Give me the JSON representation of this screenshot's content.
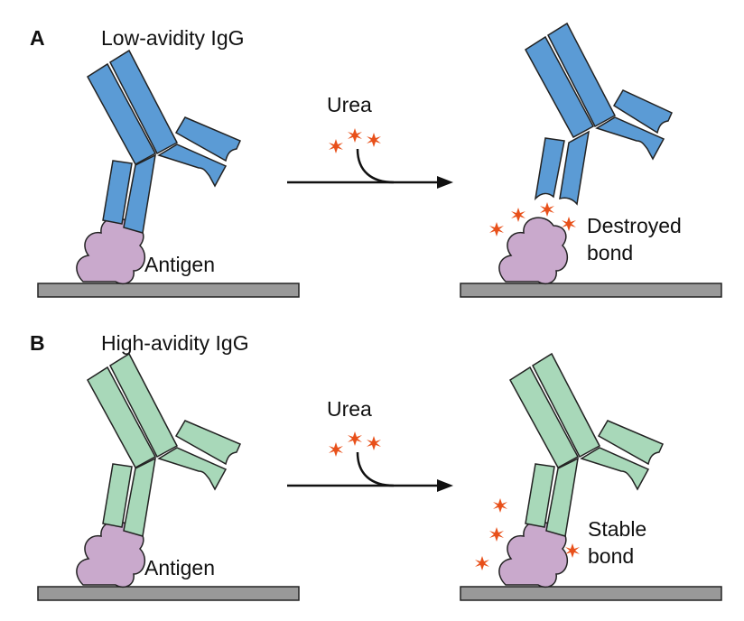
{
  "panels": [
    {
      "letter": "A",
      "title": "Low-avidity IgG",
      "reagent": "Urea",
      "antigen_label": "Antigen",
      "result_label_line1": "Destroyed",
      "result_label_line2": "bond",
      "antibody_color": "#5b9bd5",
      "bound_after": false
    },
    {
      "letter": "B",
      "title": "High-avidity IgG",
      "reagent": "Urea",
      "antigen_label": "Antigen",
      "result_label_line1": "Stable",
      "result_label_line2": "bond",
      "antibody_color": "#a8d8b9",
      "bound_after": true
    }
  ],
  "colors": {
    "antigen": "#c9a9cc",
    "surface": "#999999",
    "outline": "#222222",
    "urea_star": "#e8501a",
    "arrow": "#111111"
  }
}
